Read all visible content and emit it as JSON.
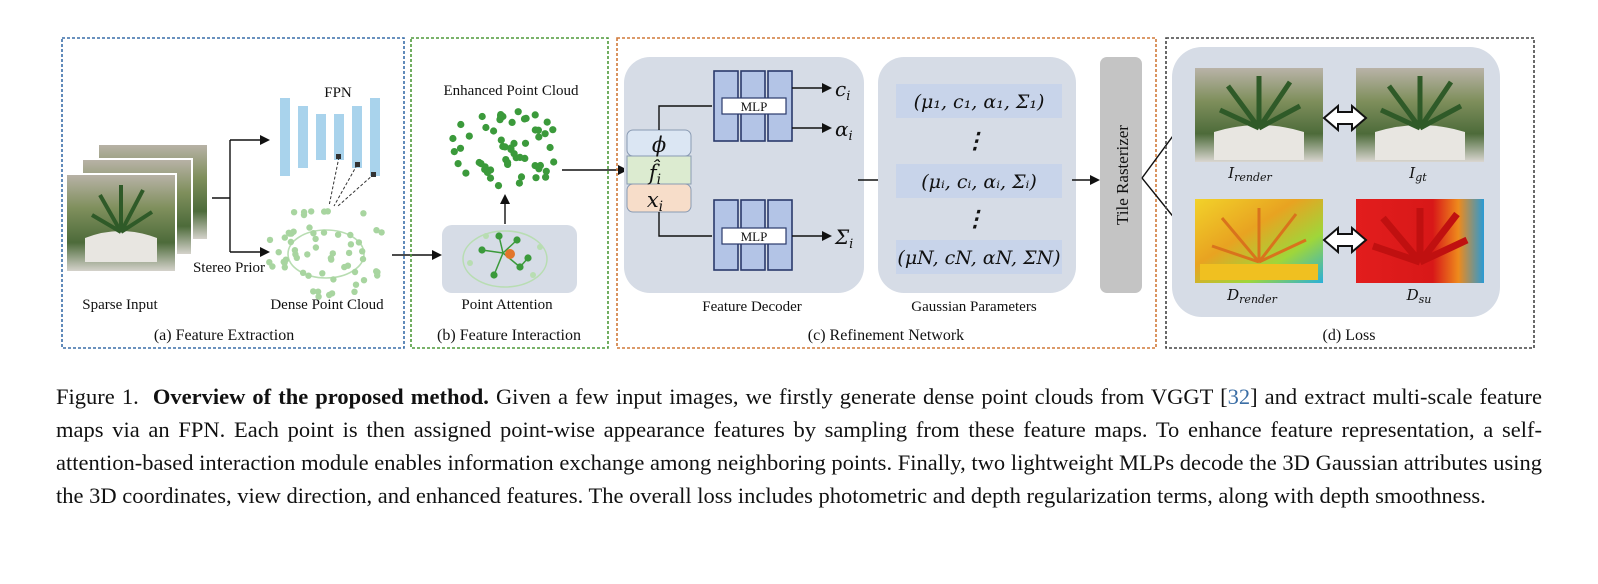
{
  "panels": {
    "a": {
      "label": "(a) Feature Extraction",
      "sparse_input": "Sparse Input",
      "stereo_prior": "Stereo Prior",
      "fpn": "FPN",
      "dense_point_cloud": "Dense Point Cloud"
    },
    "b": {
      "label": "(b) Feature Interaction",
      "enhanced_point_cloud": "Enhanced Point Cloud",
      "point_attention": "Point Attention"
    },
    "c": {
      "label": "(c) Refinement Network",
      "feature_decoder": "Feature Decoder",
      "gaussian_parameters": "Gaussian Parameters",
      "mlp_top": "MLP",
      "mlp_bottom": "MLP",
      "tile_rasterizer": "Tile Rasterizer",
      "features": {
        "phi": "ϕ",
        "fhat": "f̂",
        "fhat_sub": "i",
        "x": "x",
        "x_sub": "i"
      },
      "outputs": {
        "c": "c",
        "c_sub": "i",
        "alpha": "α",
        "alpha_sub": "i",
        "sigma": "Σ",
        "sigma_sub": "i"
      },
      "params": {
        "row1": "(μ₁, c₁, α₁, Σ₁)",
        "rowi": "(μᵢ, cᵢ, αᵢ, Σᵢ)",
        "rowN": "(μN, cN, αN, ΣN)",
        "dots1": "⋮",
        "dots2": "⋮"
      }
    },
    "d": {
      "label": "(d) Loss",
      "i_render": "I",
      "i_render_sub": "render",
      "i_gt": "I",
      "i_gt_sub": "gt",
      "d_render": "D",
      "d_render_sub": "render",
      "d_su": "D",
      "d_su_sub": "su"
    }
  },
  "caption": {
    "figure_label": "Figure 1.",
    "title": "Overview of the proposed method.",
    "text_1": " Given a few input images, we firstly generate dense point clouds from VGGT [",
    "ref": "32",
    "text_2": "] and extract multi-scale feature maps via an FPN. Each point is then assigned point-wise appearance features by sampling from these feature maps.  To enhance feature representation, a self-attention-based interaction module enables information exchange among neighboring points. Finally, two lightweight MLPs decode the 3D Gaussian attributes using the 3D coordinates, view direction, and enhanced features. The overall loss includes photometric and depth regularization terms, along with depth smoothness."
  },
  "colors": {
    "panel_a_border": "#3a6ea8",
    "panel_b_border": "#4e9a3a",
    "panel_c_border": "#d07a3a",
    "panel_d_border": "#444444",
    "panel_bg": "#d6dce6",
    "fpn_bar": "#a9d3ec",
    "point_light": "#a8d5a0",
    "point_dark": "#3b9a3b",
    "mlp_fill": "#b3c4e6",
    "mlp_stroke": "#2a3a6b",
    "phi_fill": "#dbe6f3",
    "fhat_fill": "#dcebd0",
    "x_fill": "#f7ddc9",
    "param_fill": "#c8d4ea",
    "rasterizer_fill": "#c4c4c4"
  }
}
